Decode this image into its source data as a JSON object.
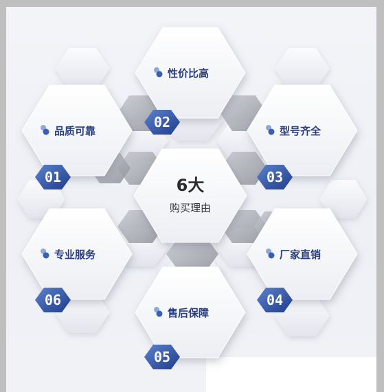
{
  "center": {
    "title": "6大",
    "subtitle": "购买理由"
  },
  "reasons": [
    {
      "num": "01",
      "label": "品质可靠"
    },
    {
      "num": "02",
      "label": "性价比高"
    },
    {
      "num": "03",
      "label": "型号齐全"
    },
    {
      "num": "04",
      "label": "厂家直销"
    },
    {
      "num": "05",
      "label": "售后保障"
    },
    {
      "num": "06",
      "label": "专业服务"
    }
  ],
  "colors": {
    "accent_blue": "#3a5fb0",
    "accent_dark": "#1f3c8c",
    "dot_light": "#8fa8d8",
    "label_text": "#2a3d7c",
    "panel_bg": "#f1f2f6",
    "tile": "#ffffff",
    "grey_hex": "#a9aab2"
  },
  "icons": {
    "bullet": "dot-pair-icon"
  }
}
